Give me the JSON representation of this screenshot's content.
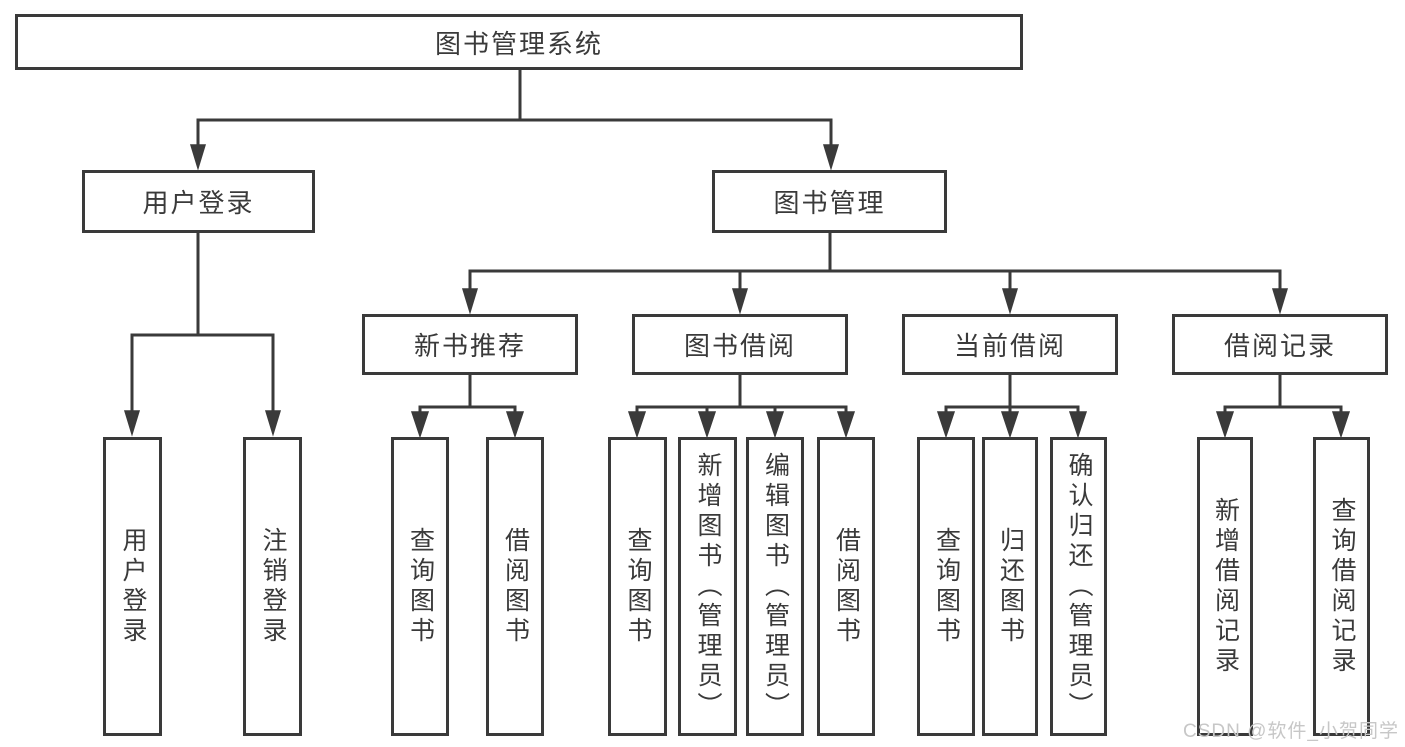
{
  "diagram": {
    "colors": {
      "line": "#3a3a3a",
      "text": "#3a3a3a",
      "watermark": "#c7c7c7",
      "background": "#ffffff"
    },
    "tree": {
      "label": "图书管理系统",
      "children": [
        {
          "label": "用户登录",
          "children": [
            {
              "label": "用户登录"
            },
            {
              "label": "注销登录"
            }
          ]
        },
        {
          "label": "图书管理",
          "children": [
            {
              "label": "新书推荐",
              "children": [
                {
                  "label": "查询图书"
                },
                {
                  "label": "借阅图书"
                }
              ]
            },
            {
              "label": "图书借阅",
              "children": [
                {
                  "label": "查询图书"
                },
                {
                  "label": "新增图书（管理员）"
                },
                {
                  "label": "编辑图书（管理员）"
                },
                {
                  "label": "借阅图书"
                }
              ]
            },
            {
              "label": "当前借阅",
              "children": [
                {
                  "label": "查询图书"
                },
                {
                  "label": "归还图书"
                },
                {
                  "label": "确认归还（管理员）"
                }
              ]
            },
            {
              "label": "借阅记录",
              "children": [
                {
                  "label": "新增借阅记录"
                },
                {
                  "label": "查询借阅记录"
                }
              ]
            }
          ]
        }
      ]
    },
    "watermark": "CSDN @软件_小贺同学"
  }
}
